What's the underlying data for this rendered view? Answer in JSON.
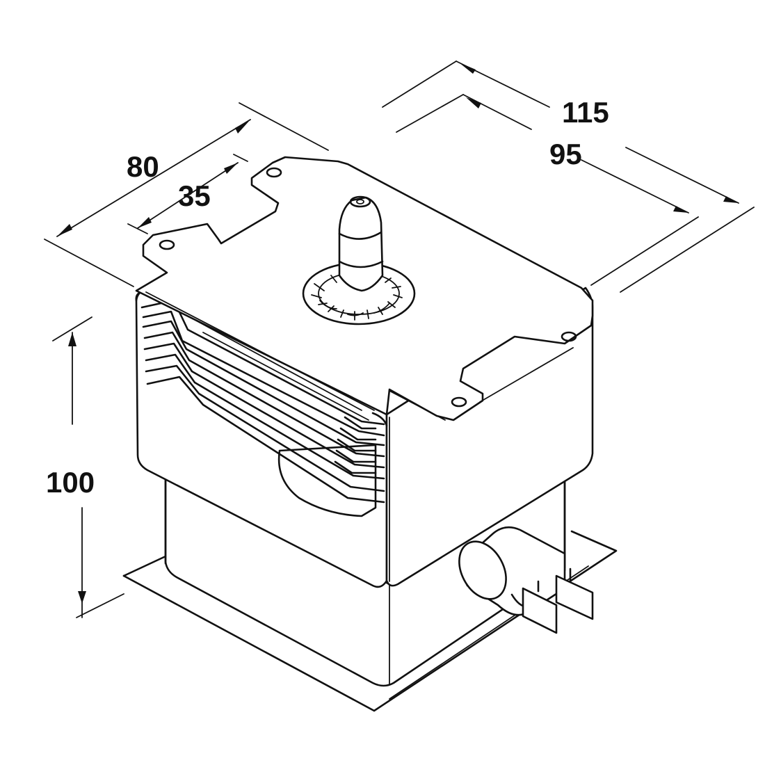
{
  "dimensions": {
    "depth_outer": "80",
    "depth_inner": "35",
    "width_outer": "115",
    "width_inner": "95",
    "height": "100"
  },
  "colors": {
    "line": "#111111",
    "background": "#ffffff"
  }
}
